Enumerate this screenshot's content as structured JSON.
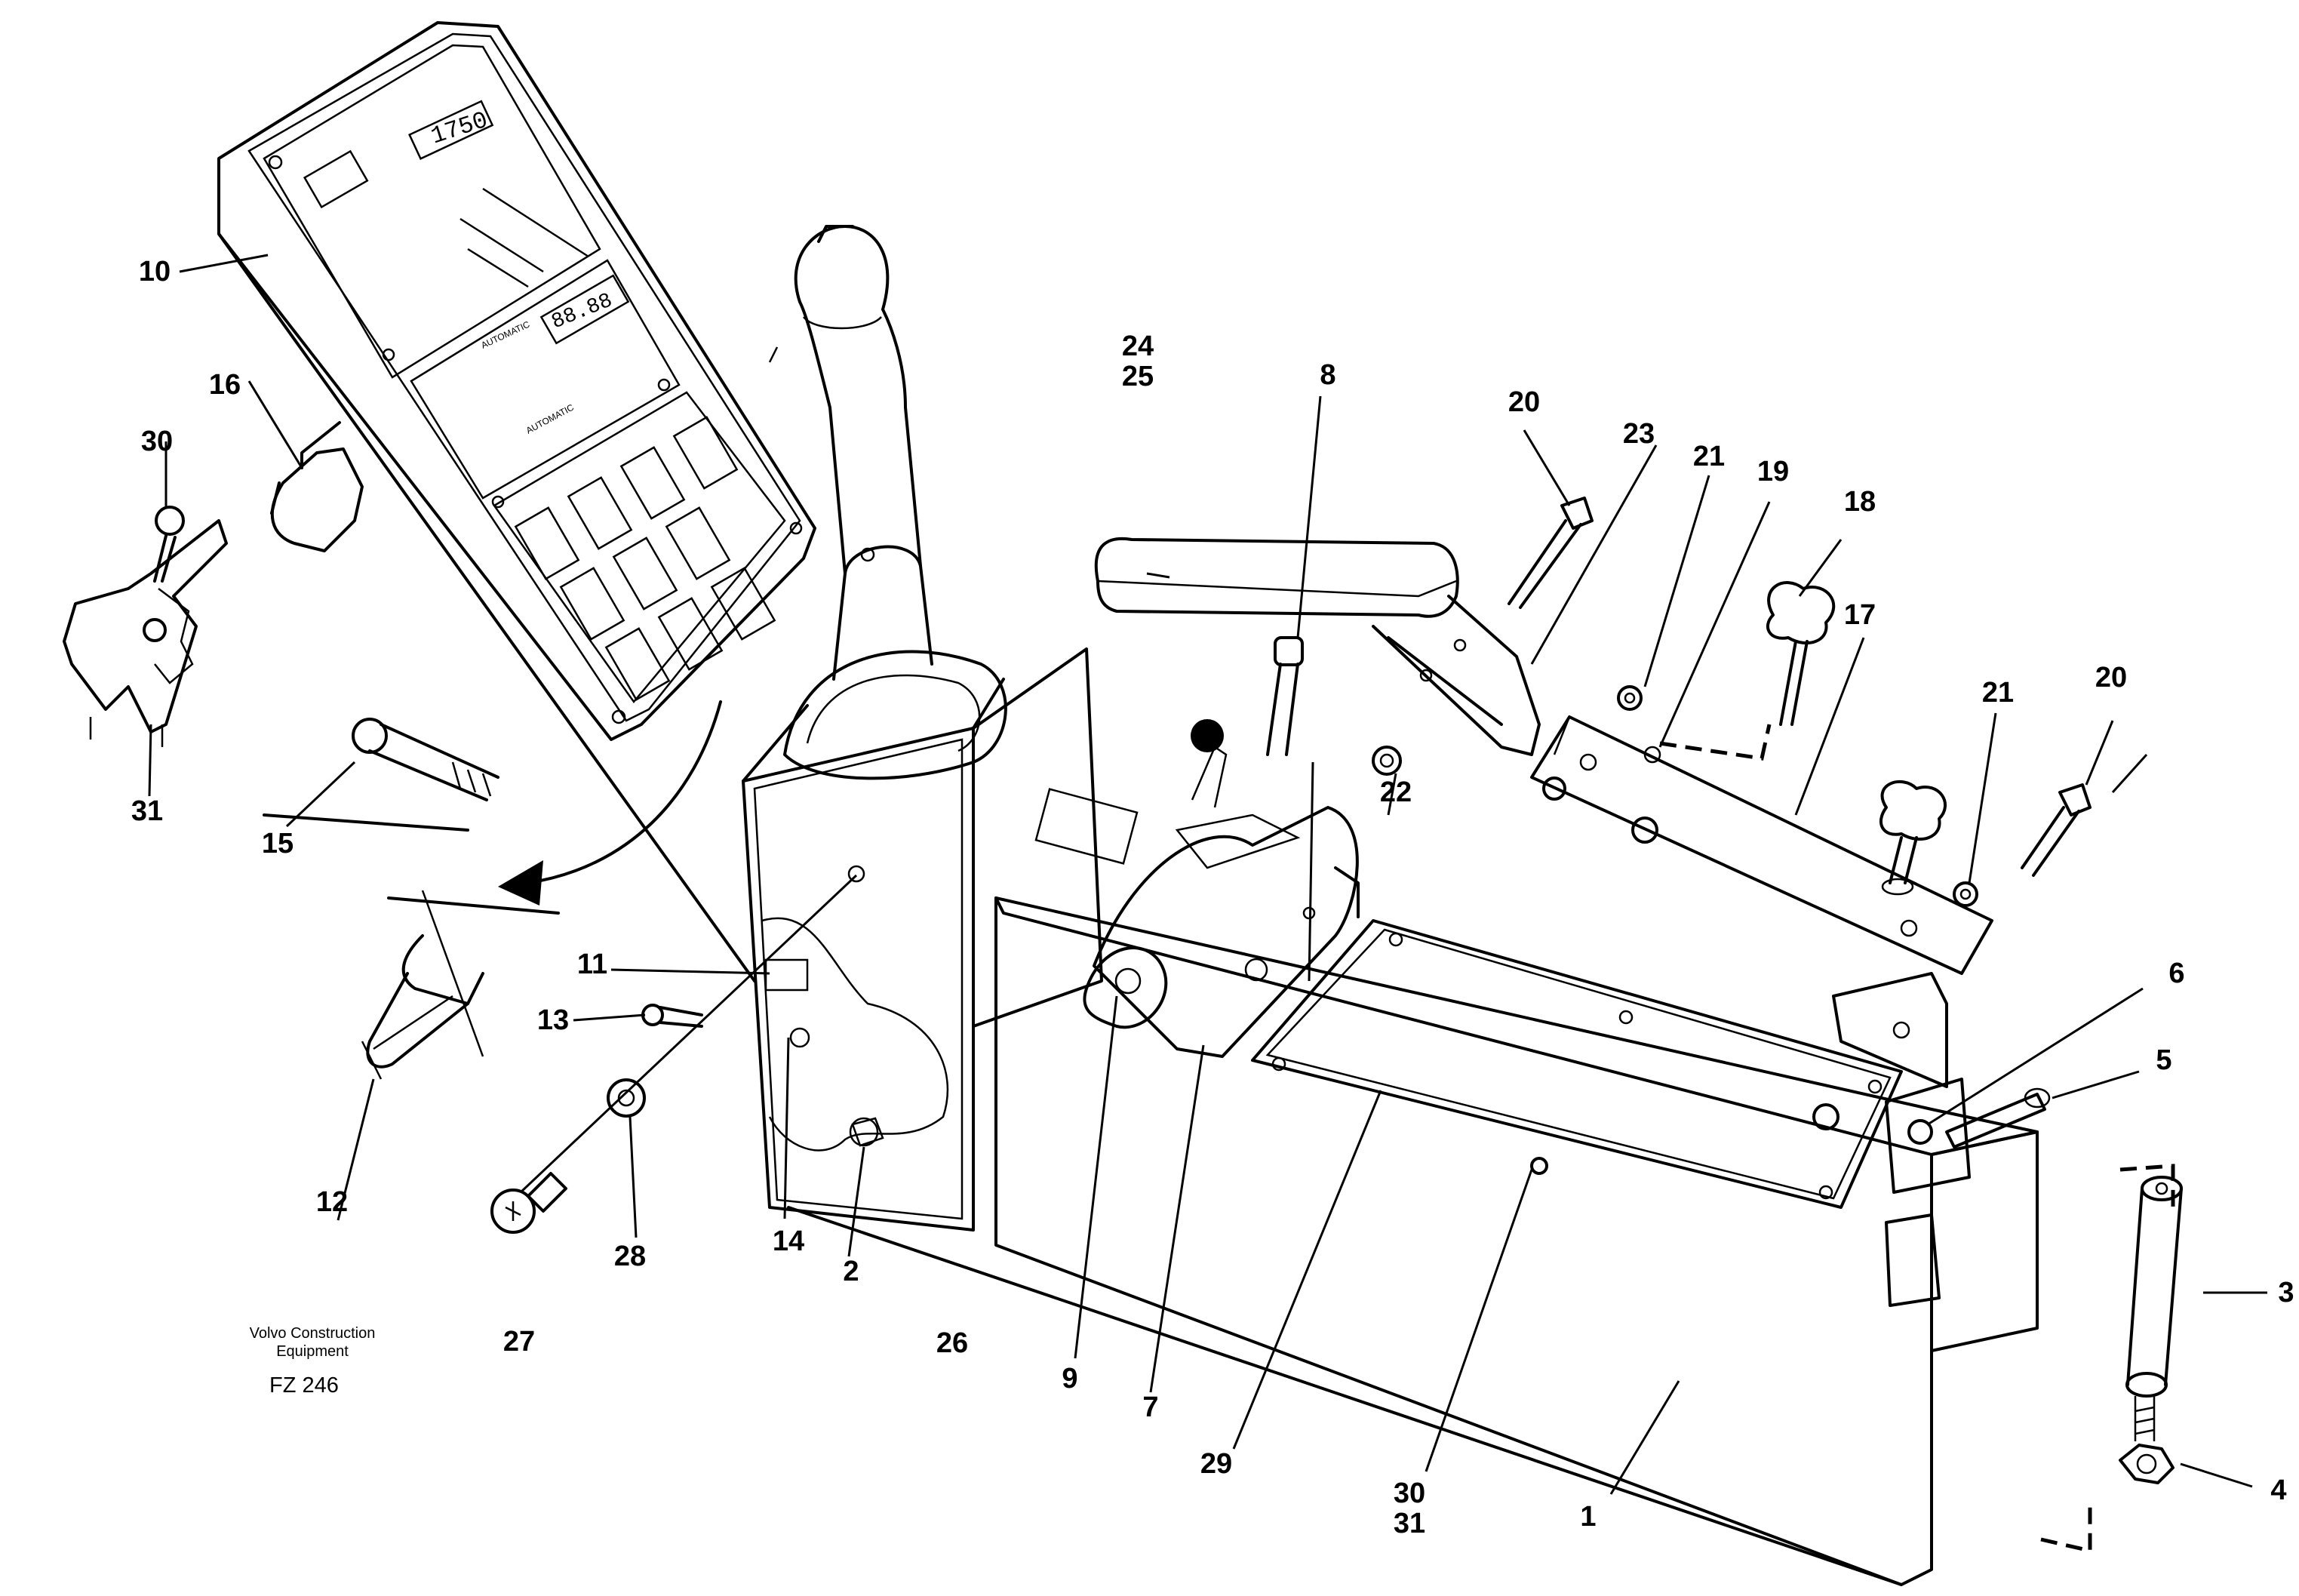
{
  "callouts": [
    {
      "id": "c1",
      "text": "1"
    },
    {
      "id": "c2",
      "text": "2"
    },
    {
      "id": "c3",
      "text": "3"
    },
    {
      "id": "c4",
      "text": "4"
    },
    {
      "id": "c5",
      "text": "5"
    },
    {
      "id": "c6",
      "text": "6"
    },
    {
      "id": "c7",
      "text": "7"
    },
    {
      "id": "c8",
      "text": "8"
    },
    {
      "id": "c9",
      "text": "9"
    },
    {
      "id": "c10",
      "text": "10"
    },
    {
      "id": "c11",
      "text": "11"
    },
    {
      "id": "c12",
      "text": "12"
    },
    {
      "id": "c13",
      "text": "13"
    },
    {
      "id": "c14",
      "text": "14"
    },
    {
      "id": "c15",
      "text": "15"
    },
    {
      "id": "c16",
      "text": "16"
    },
    {
      "id": "c17",
      "text": "17"
    },
    {
      "id": "c18",
      "text": "18"
    },
    {
      "id": "c19",
      "text": "19"
    },
    {
      "id": "c20a",
      "text": "20"
    },
    {
      "id": "c20b",
      "text": "20"
    },
    {
      "id": "c21a",
      "text": "21"
    },
    {
      "id": "c21b",
      "text": "21"
    },
    {
      "id": "c22",
      "text": "22"
    },
    {
      "id": "c23",
      "text": "23"
    },
    {
      "id": "c2425",
      "text": "24\n25"
    },
    {
      "id": "c26",
      "text": "26"
    },
    {
      "id": "c27",
      "text": "27"
    },
    {
      "id": "c28",
      "text": "28"
    },
    {
      "id": "c29",
      "text": "29"
    },
    {
      "id": "c30a",
      "text": "30"
    },
    {
      "id": "c3031",
      "text": "30\n31"
    },
    {
      "id": "c31a",
      "text": "31"
    }
  ],
  "panel": {
    "display_top": "1750",
    "display_mid": "88.88",
    "label_a": "AUTOMATIC",
    "label_b": "AUTOMATIC"
  },
  "credit": {
    "line1": "Volvo Construction",
    "line2": "Equipment",
    "figure_code": "FZ 246"
  }
}
